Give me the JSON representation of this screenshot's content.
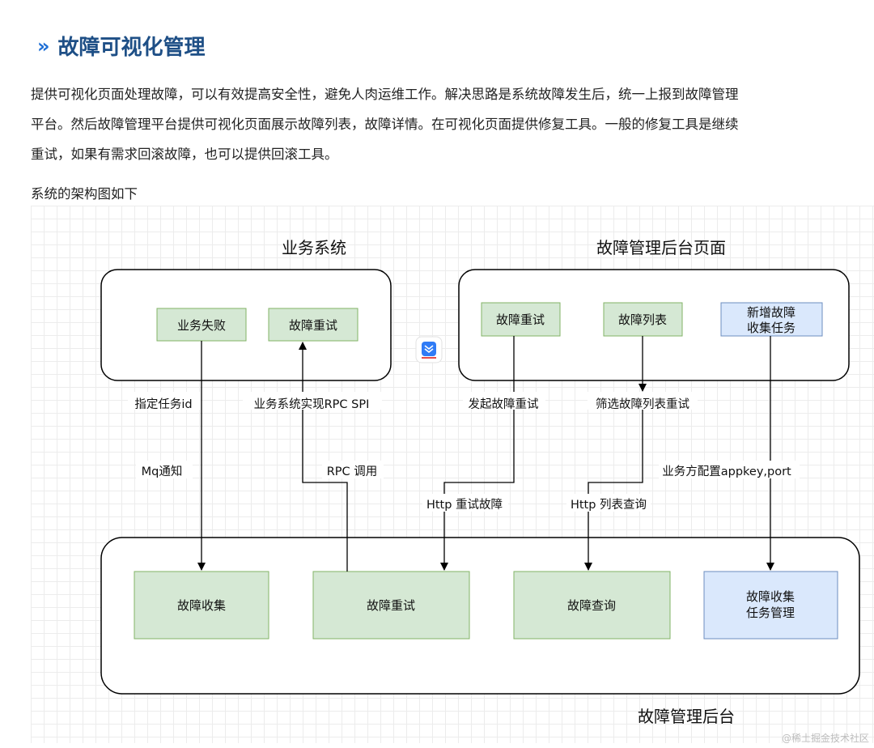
{
  "heading": {
    "prefix": "»",
    "title": "故障可视化管理"
  },
  "paragraph": [
    "提供可视化页面处理故障，可以有效提高安全性，避免人肉运维工作。解决思路是系统故障发生后，统一上报到故障管理",
    "平台。然后故障管理平台提供可视化页面展示故障列表，故障详情。在可视化页面提供修复工具。一般的修复工具是继续",
    "重试，如果有需求回滚故障，也可以提供回滚工具。"
  ],
  "caption": "系统的架构图如下",
  "diagram": {
    "group_business": "业务系统",
    "group_admin_page": "故障管理后台页面",
    "group_admin": "故障管理后台",
    "node_biz_fail": "业务失败",
    "node_biz_retry": "故障重试",
    "node_page_retry": "故障重试",
    "node_page_list": "故障列表",
    "node_page_new_line1": "新增故障",
    "node_page_new_line2": "收集任务",
    "node_collect": "故障收集",
    "node_retry": "故障重试",
    "node_query": "故障查询",
    "node_task_line1": "故障收集",
    "node_task_line2": "任务管理",
    "label_task_id": "指定任务id",
    "label_mq": "Mq通知",
    "label_rpc_spi": "业务系统实现RPC SPI",
    "label_rpc_call": "RPC 调用",
    "label_launch_retry": "发起故障重试",
    "label_http_retry": "Http 重试故障",
    "label_filter_list": "筛选故障列表重试",
    "label_http_list": "Http 列表查询",
    "label_config": "业务方配置appkey,port",
    "icon_badge": "bookmark-icon"
  },
  "colors": {
    "heading": "#1e4f86",
    "green_fill": "#d5e8d4",
    "green_stroke": "#82b366",
    "blue_fill": "#dae8fc",
    "blue_stroke": "#6c8ebf"
  },
  "watermark": "@稀土掘金技术社区"
}
